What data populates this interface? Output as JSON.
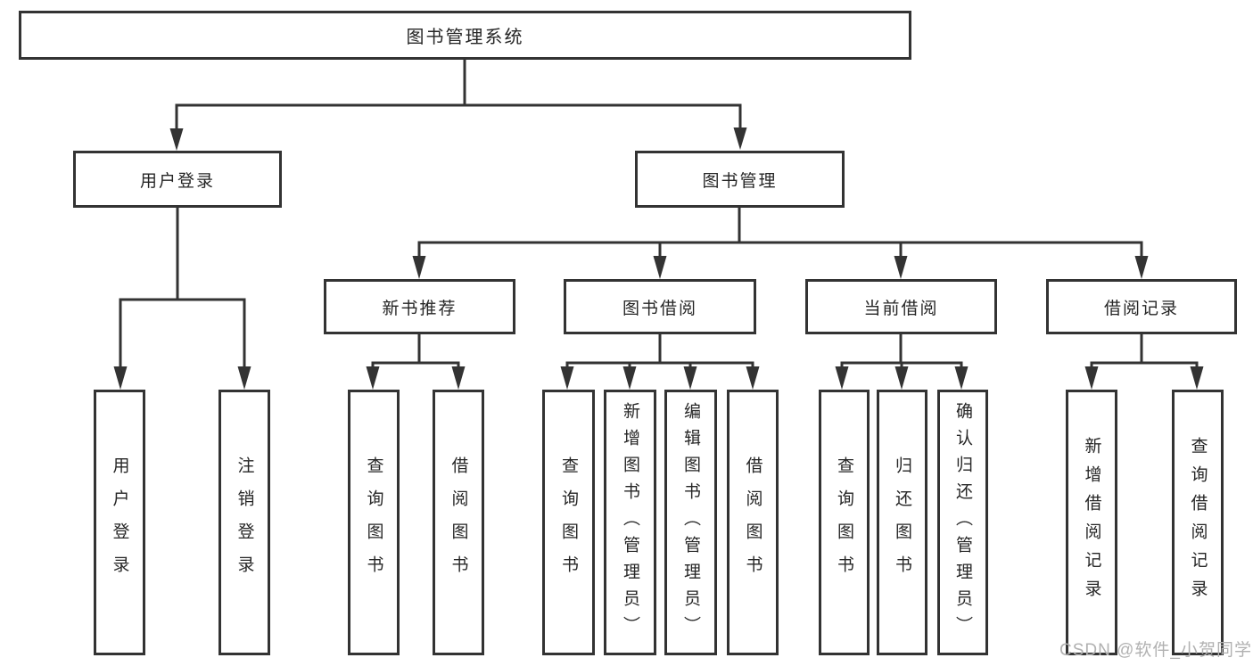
{
  "diagram": {
    "watermark": "CSDN @软件_小贺同学",
    "colors": {
      "line": "#333333",
      "text": "#262626",
      "node_background": "#ffffff",
      "watermark": "#b1b1b1",
      "background": "#ffffff"
    },
    "tree": {
      "root": {
        "label": "图书管理系统"
      },
      "branches": [
        {
          "label": "用户登录",
          "children": [
            {
              "label": "用户登录"
            },
            {
              "label": "注销登录"
            }
          ]
        },
        {
          "label": "图书管理",
          "children": [
            {
              "label": "新书推荐",
              "children": [
                {
                  "label": "查询图书"
                },
                {
                  "label": "借阅图书"
                }
              ]
            },
            {
              "label": "图书借阅",
              "children": [
                {
                  "label": "查询图书"
                },
                {
                  "label": "新增图书（管理员）"
                },
                {
                  "label": "编辑图书（管理员）"
                },
                {
                  "label": "借阅图书"
                }
              ]
            },
            {
              "label": "当前借阅",
              "children": [
                {
                  "label": "查询图书"
                },
                {
                  "label": "归还图书"
                },
                {
                  "label": "确认归还（管理员）"
                }
              ]
            },
            {
              "label": "借阅记录",
              "children": [
                {
                  "label": "新增借阅记录"
                },
                {
                  "label": "查询借阅记录"
                }
              ]
            }
          ]
        }
      ]
    }
  }
}
